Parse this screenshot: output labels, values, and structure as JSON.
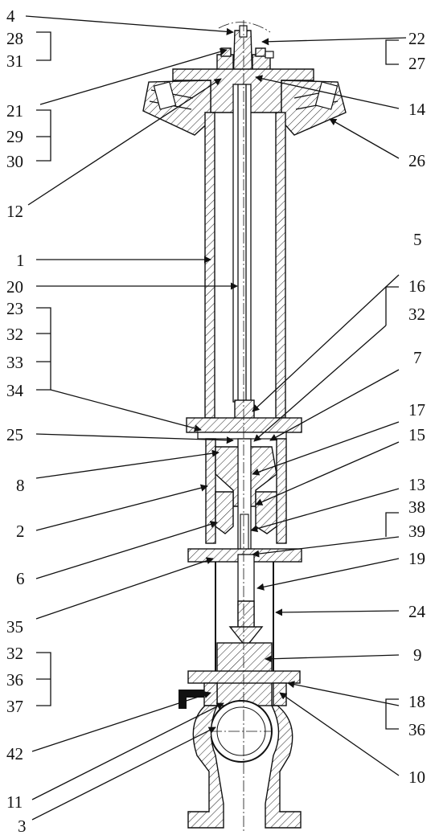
{
  "labels_left": [
    {
      "id": "L4",
      "text": "4"
    },
    {
      "id": "L28",
      "text": "28"
    },
    {
      "id": "L31",
      "text": "31"
    },
    {
      "id": "L21",
      "text": "21"
    },
    {
      "id": "L29",
      "text": "29"
    },
    {
      "id": "L30",
      "text": "30"
    },
    {
      "id": "L12",
      "text": "12"
    },
    {
      "id": "L1",
      "text": "1"
    },
    {
      "id": "L20",
      "text": "20"
    },
    {
      "id": "L23",
      "text": "23"
    },
    {
      "id": "L32a",
      "text": "32"
    },
    {
      "id": "L33",
      "text": "33"
    },
    {
      "id": "L34",
      "text": "34"
    },
    {
      "id": "L25",
      "text": "25"
    },
    {
      "id": "L8",
      "text": "8"
    },
    {
      "id": "L2",
      "text": "2"
    },
    {
      "id": "L6",
      "text": "6"
    },
    {
      "id": "L35",
      "text": "35"
    },
    {
      "id": "L32b",
      "text": "32"
    },
    {
      "id": "L36a",
      "text": "36"
    },
    {
      "id": "L37",
      "text": "37"
    },
    {
      "id": "L42",
      "text": "42"
    },
    {
      "id": "L11",
      "text": "11"
    },
    {
      "id": "L3",
      "text": "3"
    }
  ],
  "labels_right": [
    {
      "id": "R22",
      "text": "22"
    },
    {
      "id": "R27",
      "text": "27"
    },
    {
      "id": "R14",
      "text": "14"
    },
    {
      "id": "R26",
      "text": "26"
    },
    {
      "id": "R5",
      "text": "5"
    },
    {
      "id": "R16",
      "text": "16"
    },
    {
      "id": "R32",
      "text": "32"
    },
    {
      "id": "R7",
      "text": "7"
    },
    {
      "id": "R17",
      "text": "17"
    },
    {
      "id": "R15",
      "text": "15"
    },
    {
      "id": "R13",
      "text": "13"
    },
    {
      "id": "R38",
      "text": "38"
    },
    {
      "id": "R39",
      "text": "39"
    },
    {
      "id": "R19",
      "text": "19"
    },
    {
      "id": "R24",
      "text": "24"
    },
    {
      "id": "R9",
      "text": "9"
    },
    {
      "id": "R18",
      "text": "18"
    },
    {
      "id": "R36",
      "text": "36"
    },
    {
      "id": "R10",
      "text": "10"
    }
  ]
}
